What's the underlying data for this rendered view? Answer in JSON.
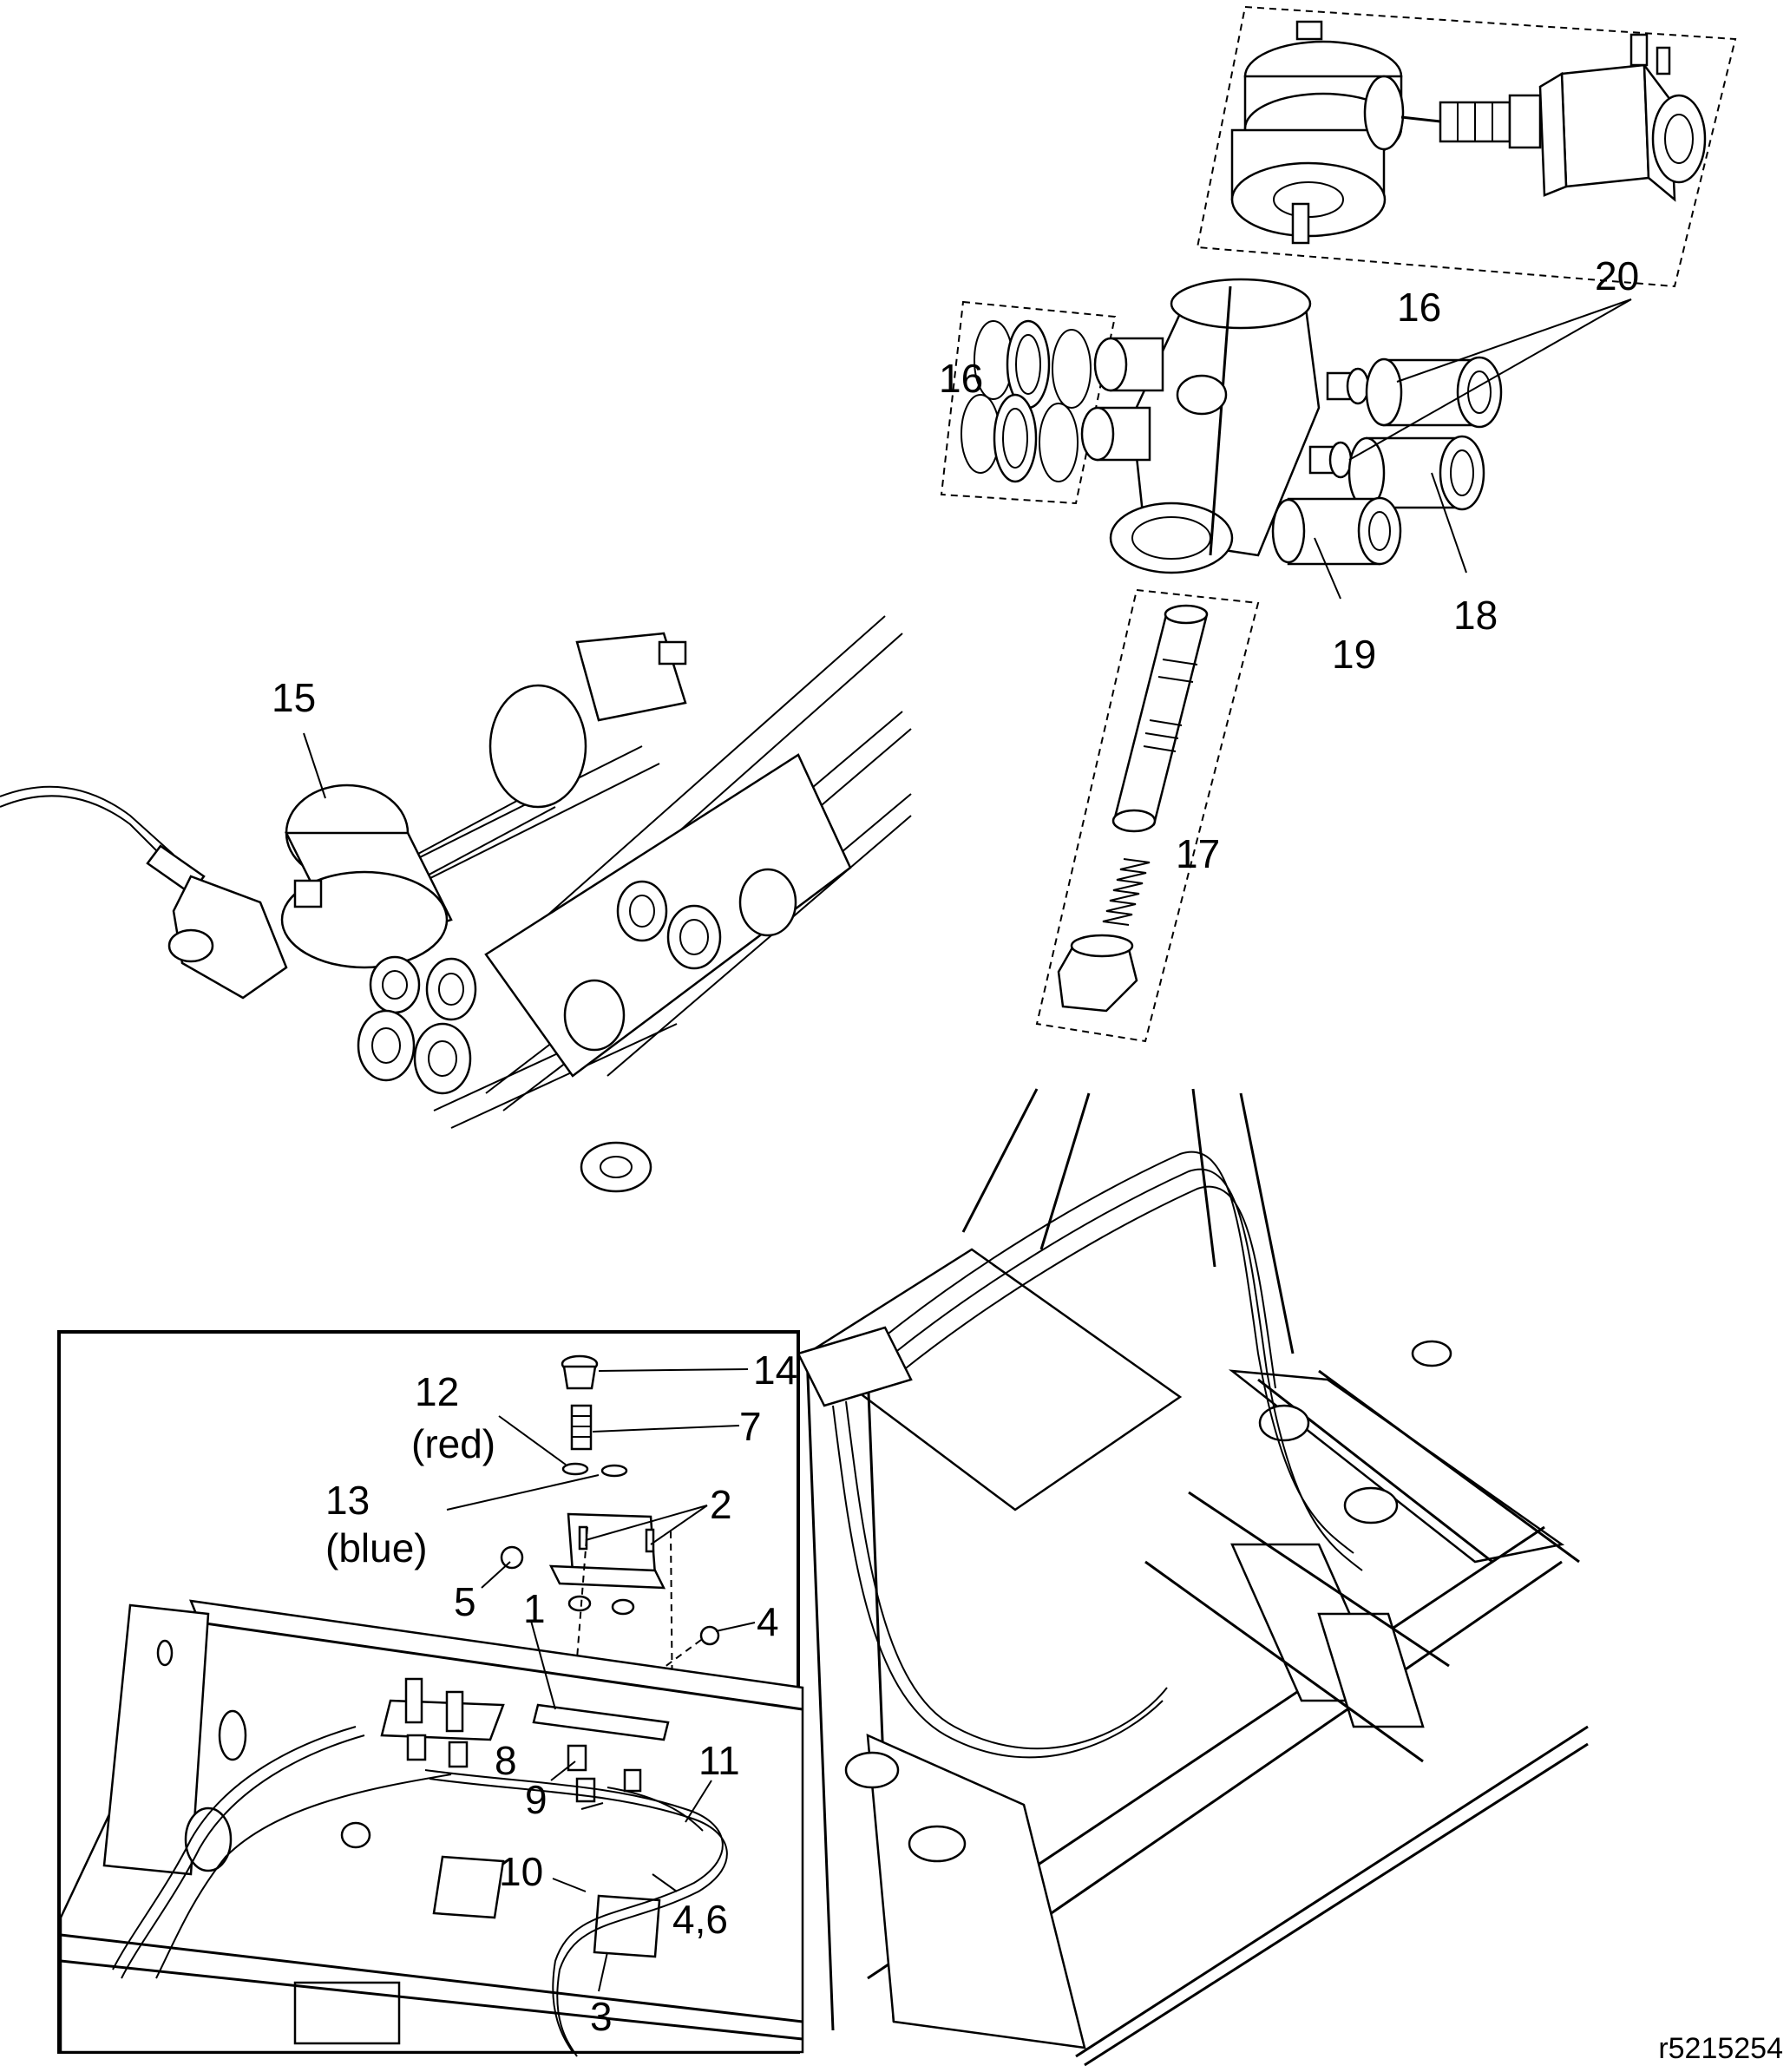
{
  "callouts": {
    "c1": "1",
    "c2": "2",
    "c3": "3",
    "c4": "4",
    "c4_6": "4,6",
    "c5": "5",
    "c7": "7",
    "c8": "8",
    "c9": "9",
    "c10": "10",
    "c11": "11",
    "c12": "12",
    "c12_note": "(red)",
    "c13": "13",
    "c13_note": "(blue)",
    "c14": "14",
    "c15": "15",
    "c16a": "16",
    "c16b": "16",
    "c17": "17",
    "c18": "18",
    "c19": "19",
    "c20": "20"
  },
  "figure_id": "r5215254"
}
